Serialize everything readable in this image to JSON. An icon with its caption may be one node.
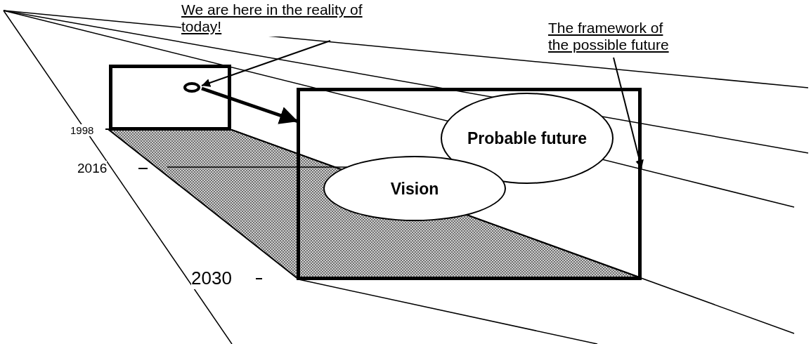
{
  "diagram": {
    "nodes": [
      {
        "text": [],
        "shape": "box"
      },
      {
        "text": [
          "We are here in the reality of today!"
        ]
      },
      {
        "text": [],
        "shape": "circle",
        "in": 0
      },
      {
        "text": [],
        "shape": "box"
      },
      {
        "text": [
          "The framework of the possible future"
        ]
      },
      {
        "text": [
          "Probable future"
        ],
        "in": 3
      },
      {
        "text": [
          "Vision"
        ],
        "in": 3
      }
    ],
    "edges": [
      {
        "from": 1,
        "to": 2,
        "arrow": "to"
      },
      {
        "from": 2,
        "to": 3,
        "arrow": "to",
        "style": "thick"
      },
      {
        "from": 4,
        "to": 3,
        "arrow": "to"
      }
    ],
    "labels": [
      "1998",
      "2016",
      "2030"
    ]
  }
}
